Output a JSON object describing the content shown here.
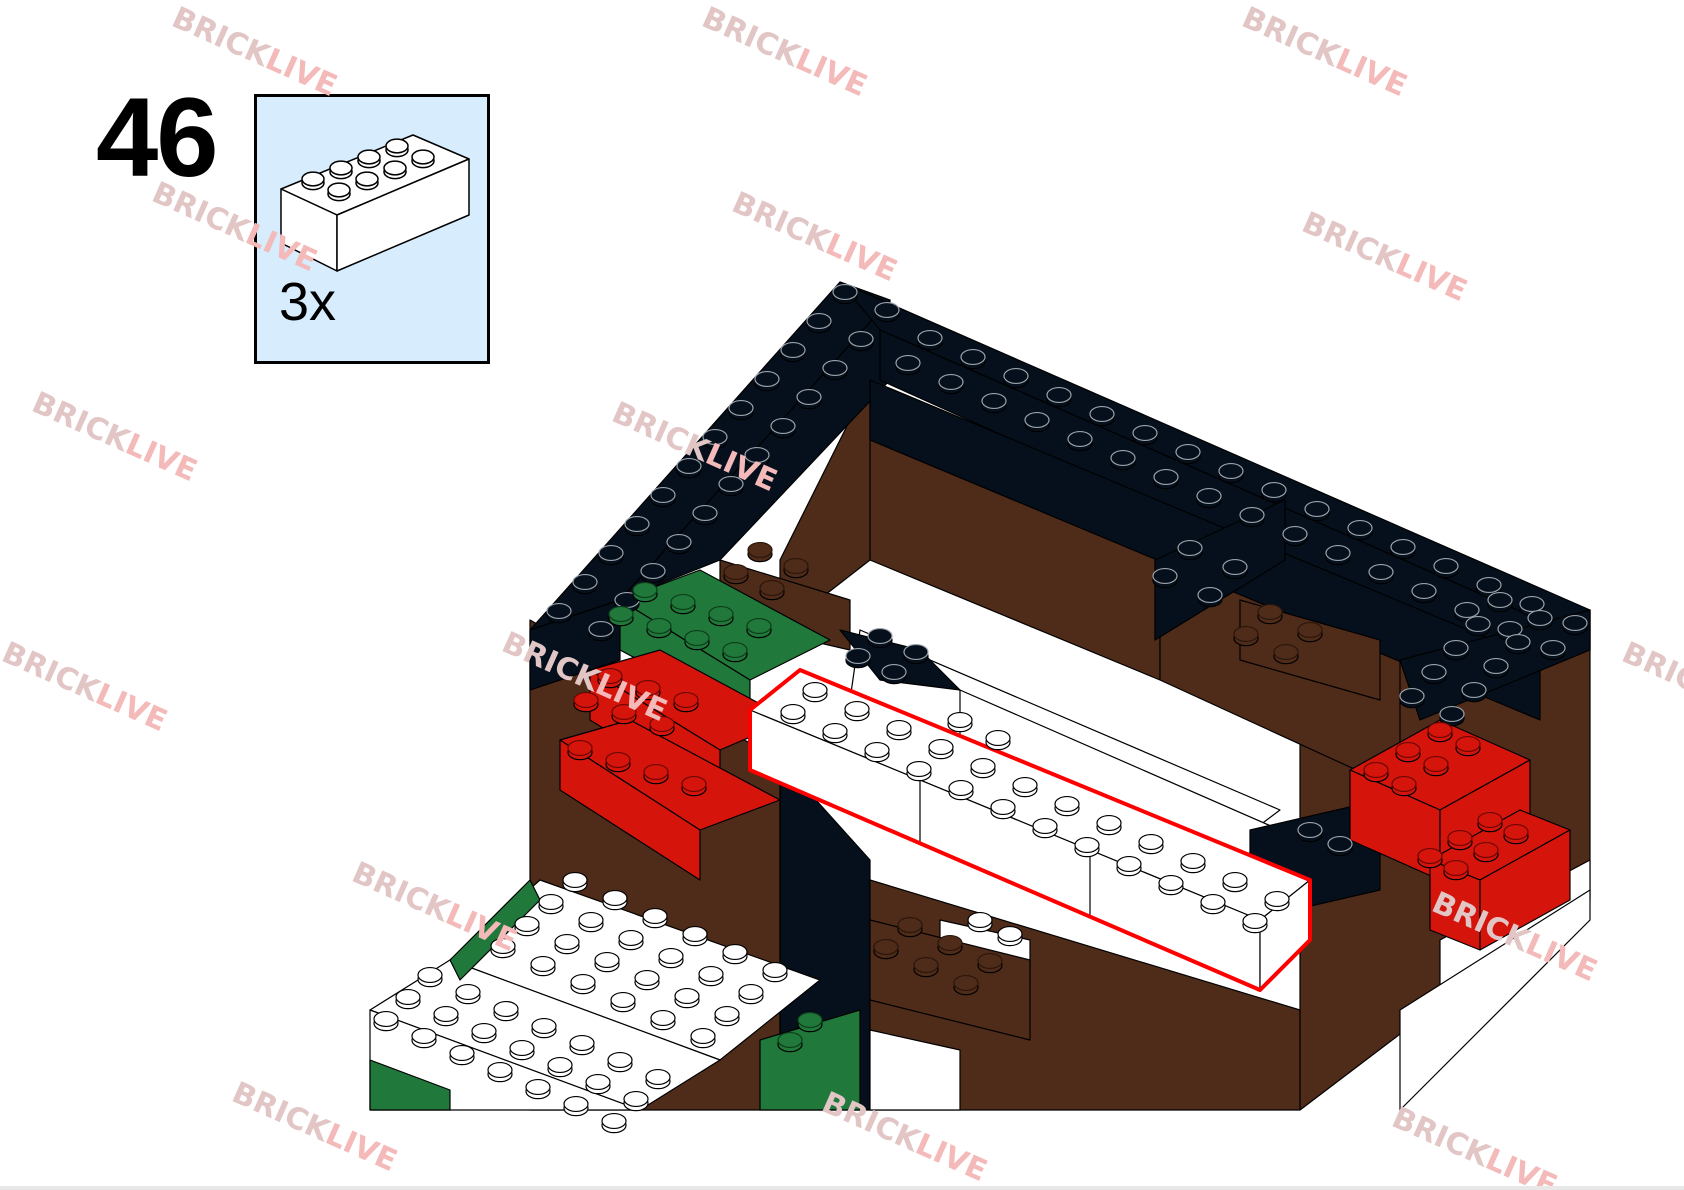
{
  "step": {
    "number": "46"
  },
  "parts_list": {
    "items": [
      {
        "part": "brick-2x4",
        "color": "#ffffff",
        "quantity_label": "3x"
      }
    ]
  },
  "watermark": {
    "part1": "BRICK",
    "part2": "LIVE",
    "color1": "#e2c6c6",
    "color2": "#f4b9b9"
  },
  "colors": {
    "black": "#06101c",
    "brown": "#4f2b1a",
    "red": "#d5150b",
    "green": "#20783a",
    "white": "#ffffff",
    "highlight": "#ff0000",
    "parts_bg": "#d7ecfd"
  }
}
